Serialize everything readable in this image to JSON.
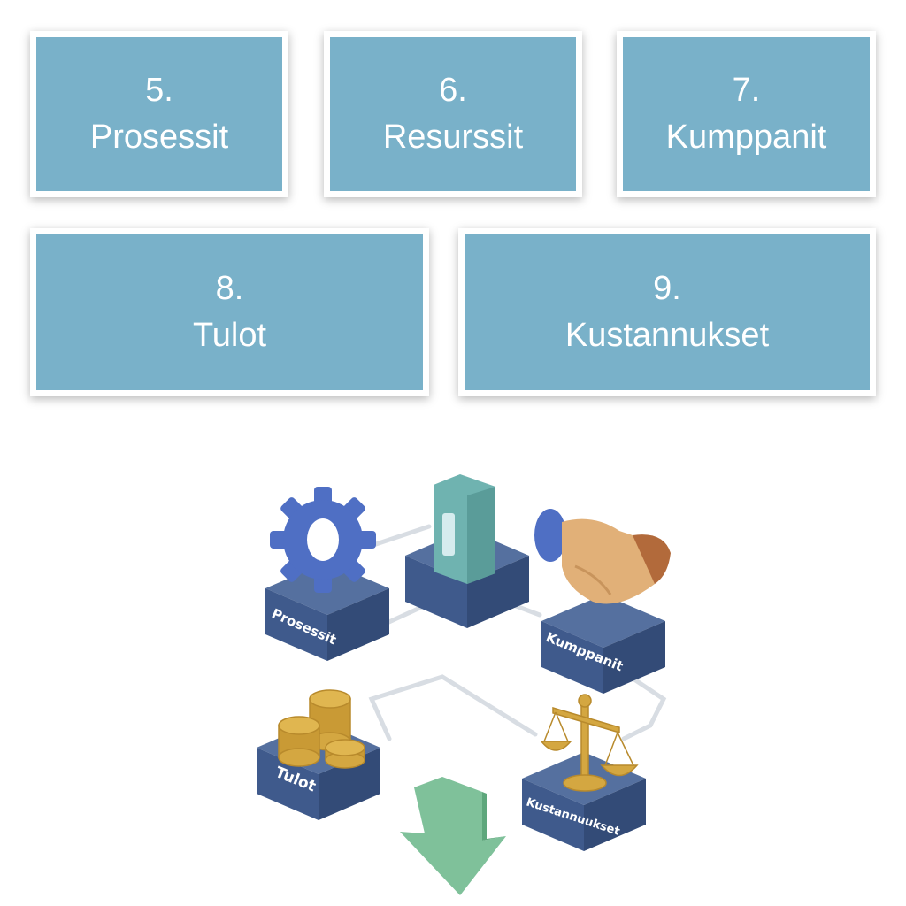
{
  "cards": [
    {
      "number": "5.",
      "title": "Prosessit"
    },
    {
      "number": "6.",
      "title": "Resurssit"
    },
    {
      "number": "7.",
      "title": "Kumppanit"
    },
    {
      "number": "8.",
      "title": "Tulot"
    },
    {
      "number": "9.",
      "title": "Kustannukset"
    }
  ],
  "illustration": {
    "labels": {
      "prosessit": "Prosessit",
      "kumppanit": "Kumppanit",
      "tulot": "Tulot",
      "kustannukset": "Kustannuukset"
    }
  },
  "colors": {
    "card": "#79b1c9",
    "platform": "#3f5a8c",
    "gear": "#4f6fc4",
    "resource": "#6fb3b0",
    "coin": "#d4a741",
    "arrow": "#7fc19a"
  }
}
